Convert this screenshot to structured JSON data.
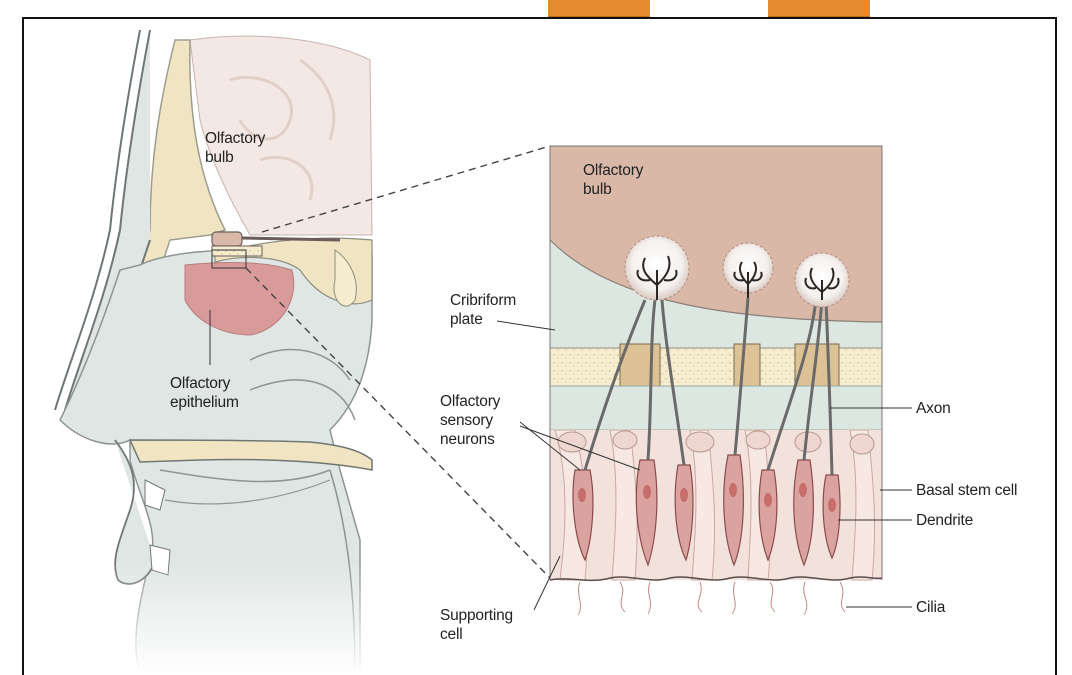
{
  "labels": {
    "olfactory_bulb_left_l1": "Olfactory",
    "olfactory_bulb_left_l2": "bulb",
    "olfactory_epithelium_l1": "Olfactory",
    "olfactory_epithelium_l2": "epithelium",
    "olfactory_bulb_right_l1": "Olfactory",
    "olfactory_bulb_right_l2": "bulb",
    "cribriform_l1": "Cribriform",
    "cribriform_l2": "plate",
    "sensory_l1": "Olfactory",
    "sensory_l2": "sensory",
    "sensory_l3": "neurons",
    "axon": "Axon",
    "basal_stem_cell": "Basal stem cell",
    "dendrite": "Dendrite",
    "cilia": "Cilia",
    "supporting_l1": "Supporting",
    "supporting_l2": "cell"
  },
  "colors": {
    "accent_tabs": "#e58a2e",
    "bulb": "#d9b8a8",
    "bone": "#f1e4c2",
    "epithelium": "#e0a6a4",
    "tissue": "#dfe6e3"
  }
}
